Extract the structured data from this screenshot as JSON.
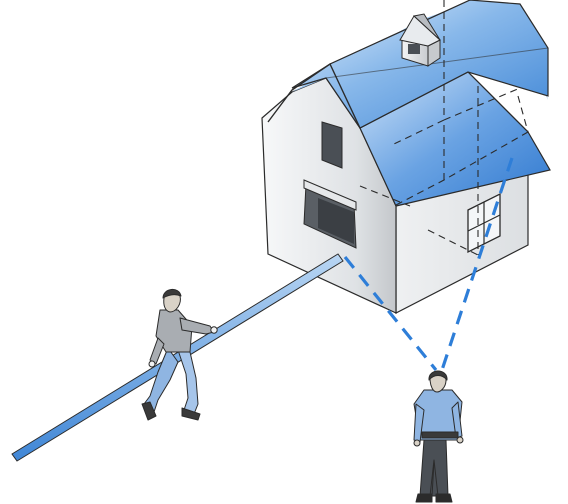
{
  "figure": {
    "subject": "barn-and-pole-illustration",
    "elements": [
      "barn",
      "pole",
      "runner",
      "observer",
      "sight-lines"
    ]
  },
  "palette": {
    "roof_light": "#e6f1fc",
    "roof_mid": "#88b8ea",
    "roof_dark": "#3f86d6",
    "wall_light": "#ffffff",
    "wall_shade": "#c4c7cb",
    "wall_side": "#eceef0",
    "outline": "#2b2b2b",
    "dash_blue": "#2e7ed8",
    "pole_blue": "#4a8fd8",
    "pole_highlight": "#b9d6f3",
    "figure_blue": "#8fb5e2",
    "figure_dark": "#3a3a3a"
  }
}
